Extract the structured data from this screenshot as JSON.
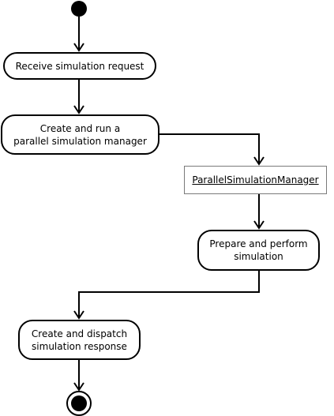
{
  "diagram": {
    "type": "uml-activity",
    "nodes": {
      "initial": {
        "kind": "initial-node"
      },
      "receive": {
        "kind": "action",
        "lines": [
          "Receive simulation request"
        ]
      },
      "create_run": {
        "kind": "action",
        "lines": [
          "Create and run a",
          "parallel simulation manager"
        ]
      },
      "manager": {
        "kind": "object",
        "label": "ParallelSimulationManager"
      },
      "prepare": {
        "kind": "action",
        "lines": [
          "Prepare and perform",
          "simulation"
        ]
      },
      "dispatch": {
        "kind": "action",
        "lines": [
          "Create and dispatch",
          "simulation response"
        ]
      },
      "final": {
        "kind": "final-node"
      }
    },
    "edges": [
      {
        "from": "initial",
        "to": "receive"
      },
      {
        "from": "receive",
        "to": "create_run"
      },
      {
        "from": "create_run",
        "to": "manager"
      },
      {
        "from": "manager",
        "to": "prepare"
      },
      {
        "from": "prepare",
        "to": "dispatch"
      },
      {
        "from": "dispatch",
        "to": "final"
      }
    ]
  }
}
